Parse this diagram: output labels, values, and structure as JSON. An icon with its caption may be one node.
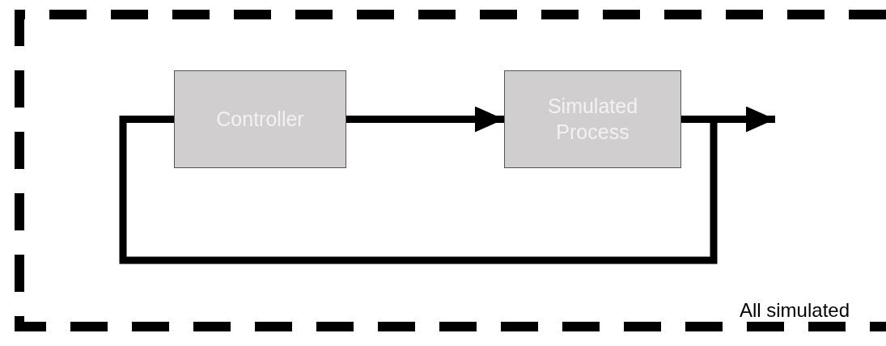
{
  "diagram": {
    "nodes": [
      {
        "text": [
          "All simulated"
        ]
      },
      {
        "text": [
          "Controller"
        ],
        "in": 0
      },
      {
        "text": [
          "Simulated Process"
        ],
        "in": 0
      }
    ],
    "edges": [
      {
        "from": 1,
        "to": 2,
        "arrow": "to"
      },
      {
        "from": 2,
        "to": null,
        "arrow": "to"
      },
      {
        "from": 2,
        "to": 1,
        "arrow": "none"
      }
    ]
  }
}
